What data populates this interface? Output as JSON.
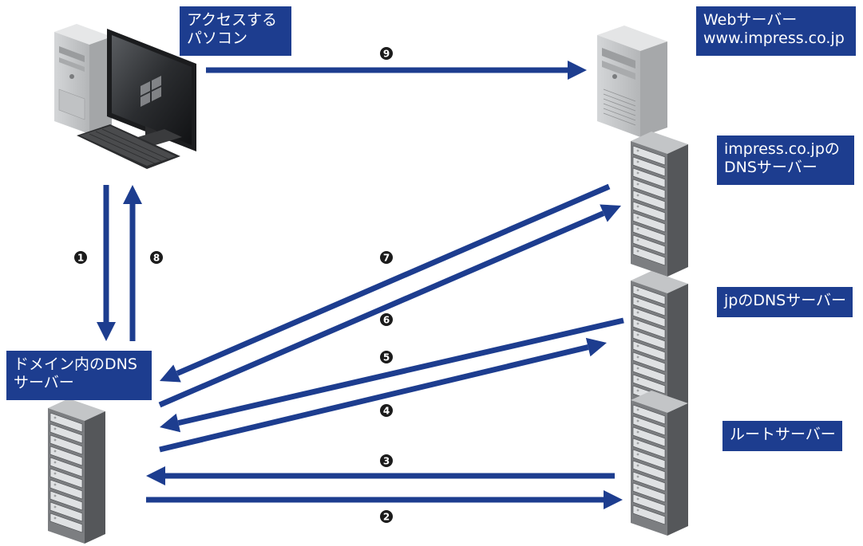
{
  "colors": {
    "arrow": "#1d3d8f",
    "label_bg": "#1d3d8f",
    "label_text": "#ffffff",
    "server_body": "#7d7f82",
    "server_side": "#5d5f62",
    "server_top": "#b9bbbd"
  },
  "labels": {
    "pc": [
      "アクセスする",
      "パソコン"
    ],
    "web": [
      "Webサーバー",
      "www.impress.co.jp"
    ],
    "impress_dns": [
      "impress.co.jpの",
      "DNSサーバー"
    ],
    "jp_dns": [
      "jpのDNSサーバー"
    ],
    "root": [
      "ルートサーバー"
    ],
    "local_dns": [
      "ドメイン内のDNS",
      "サーバー"
    ]
  },
  "icons": {
    "pc": "desktop-computer-icon",
    "web": "tower-server-icon",
    "rack": "rack-server-icon"
  },
  "steps": [
    "1",
    "2",
    "3",
    "4",
    "5",
    "6",
    "7",
    "8",
    "9"
  ]
}
